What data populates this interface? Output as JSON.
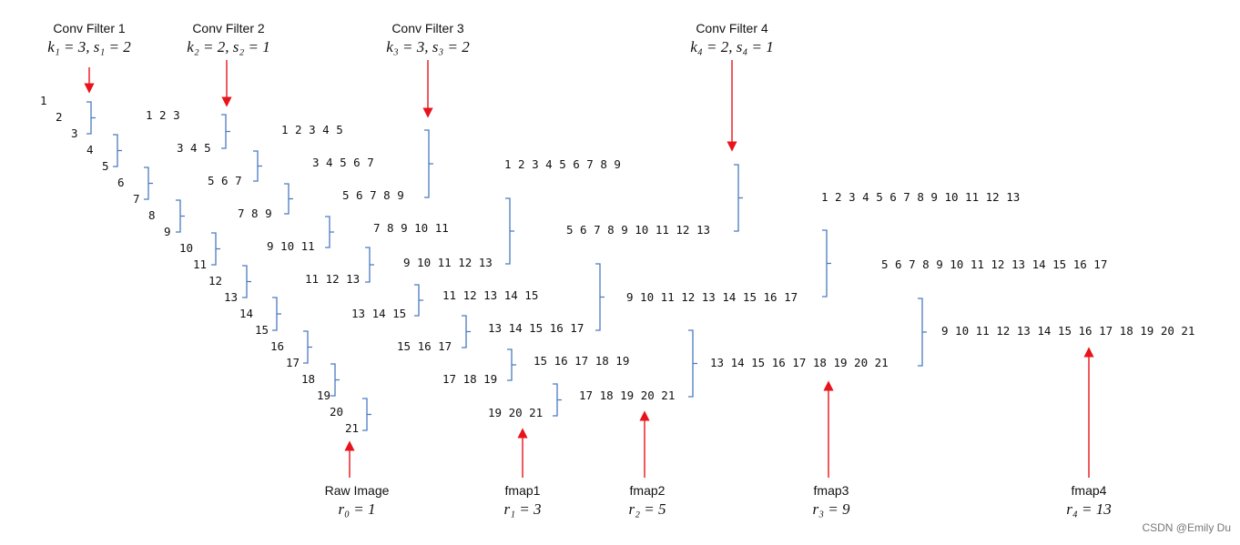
{
  "filters": [
    {
      "title": "Conv Filter 1",
      "params": "k₁ = 3, s₁ = 2"
    },
    {
      "title": "Conv Filter 2",
      "params": "k₂ = 2, s₂ = 1"
    },
    {
      "title": "Conv Filter 3",
      "params": "k₃ = 3, s₃ = 2"
    },
    {
      "title": "Conv Filter 4",
      "params": "k₄ = 2, s₄ = 1"
    }
  ],
  "maps": [
    {
      "title": "Raw Image",
      "rf": "r₀ = 1"
    },
    {
      "title": "fmap1",
      "rf": "r₁ = 3"
    },
    {
      "title": "fmap2",
      "rf": "r₂ = 5"
    },
    {
      "title": "fmap3",
      "rf": "r₃ = 9"
    },
    {
      "title": "fmap4",
      "rf": "r₄ = 13"
    }
  ],
  "raw": [
    "1",
    "2",
    "3",
    "4",
    "5",
    "6",
    "7",
    "8",
    "9",
    "10",
    "11",
    "12",
    "13",
    "14",
    "15",
    "16",
    "17",
    "18",
    "19",
    "20",
    "21"
  ],
  "fmap1": [
    "1 2 3",
    "3 4 5",
    "5 6 7",
    "7 8 9",
    "9 10 11",
    "11 12 13",
    "13 14 15",
    "15 16 17",
    "17 18 19",
    "19 20 21"
  ],
  "fmap2": [
    "1 2 3 4 5",
    "3 4 5 6 7",
    "5 6 7 8 9",
    "7 8 9 10 11",
    "9 10 11 12 13",
    "11 12 13 14 15",
    "13 14 15 16 17",
    "15 16 17 18 19",
    "17 18 19 20 21"
  ],
  "fmap3": [
    "1 2 3 4 5 6 7 8 9",
    "5 6 7 8 9 10 11 12 13",
    "9 10 11 12 13 14 15 16 17",
    "13 14 15 16 17 18 19 20 21"
  ],
  "fmap4": [
    "1 2 3 4 5 6 7 8 9 10 11 12 13",
    "5 6 7 8 9 10 11 12 13 14 15 16 17",
    "9 10 11 12 13 14 15 16 17 18 19 20 21"
  ],
  "watermark": "CSDN @Emily Du",
  "colors": {
    "brace": "#4a7ac0",
    "arrow": "#e8141b",
    "text": "#111111"
  }
}
